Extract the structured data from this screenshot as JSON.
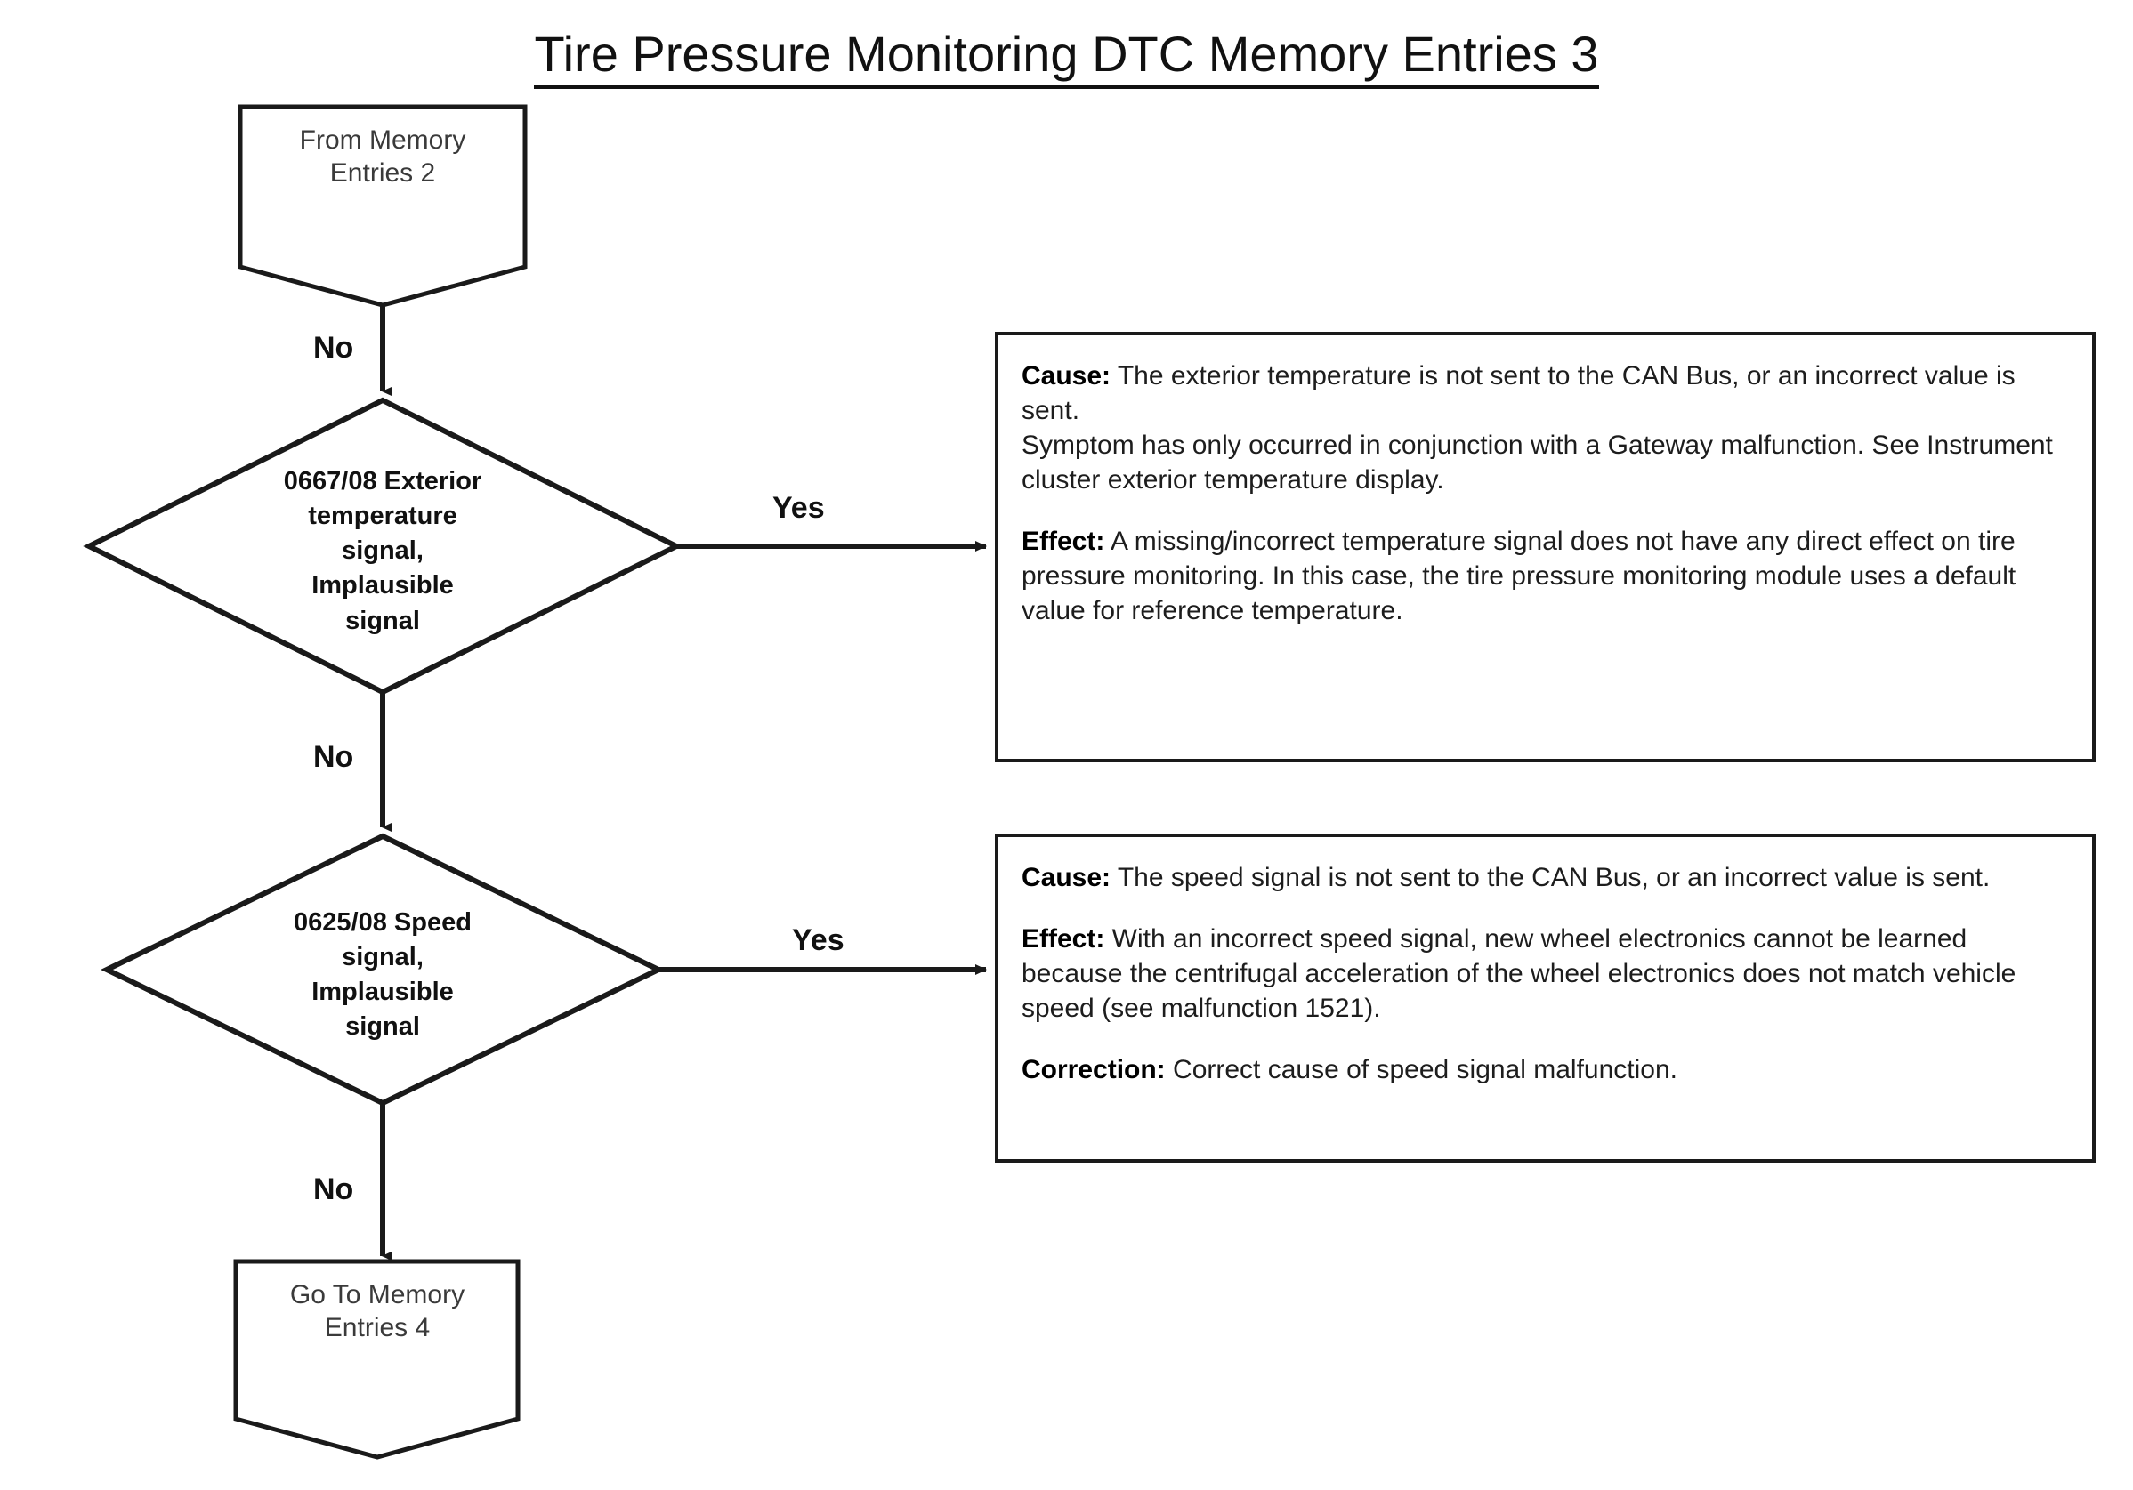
{
  "title": "Tire Pressure Monitoring DTC Memory Entries 3",
  "flow": {
    "start_node": {
      "name": "from-memory-entries-2",
      "line1": "From Memory",
      "line2": "Entries 2"
    },
    "end_node": {
      "name": "go-to-memory-entries-4",
      "line1": "Go To Memory",
      "line2": "Entries 4"
    },
    "decisions": [
      {
        "id": "dtc-0667-08",
        "line1": "0667/08 Exterior",
        "line2": "temperature",
        "line3": "signal,",
        "line4": "Implausible",
        "line5": "signal"
      },
      {
        "id": "dtc-0625-08",
        "line1": "0625/08 Speed",
        "line2": "signal,",
        "line3": "Implausible",
        "line4": "signal"
      }
    ],
    "edges": {
      "no_label_1": "No",
      "no_label_2": "No",
      "no_label_3": "No",
      "yes_label_1": "Yes",
      "yes_label_2": "Yes"
    }
  },
  "boxes": {
    "temperature": {
      "cause_lead": "Cause:",
      "cause_text": " The exterior temperature is not sent to the CAN Bus, or an incorrect value is sent.",
      "symptom_text": "Symptom has only occurred in conjunction with a Gateway malfunction. See Instrument cluster exterior temperature display.",
      "effect_lead": "Effect:",
      "effect_text": " A missing/incorrect temperature signal does not have any direct effect on tire pressure monitoring. In this case, the tire pressure monitoring module uses a default value for reference temperature."
    },
    "speed": {
      "cause_lead": "Cause:",
      "cause_text": " The speed signal is not sent to the CAN Bus, or an incorrect value is sent.",
      "effect_lead": "Effect:",
      "effect_text": " With an incorrect speed signal, new  wheel electronics cannot be learned because the centrifugal acceleration of the wheel electronics does not match vehicle speed (see malfunction 1521).",
      "correction_lead": "Correction:",
      "correction_text": " Correct cause of speed signal malfunction."
    }
  },
  "colors": {
    "stroke": "#1a1a1a",
    "background": "#ffffff",
    "text": "#1d1d1d"
  }
}
